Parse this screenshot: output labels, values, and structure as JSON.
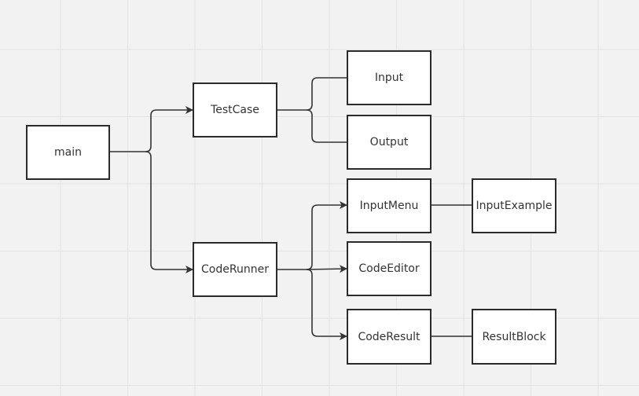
{
  "nodes": {
    "main": "main",
    "testcase": "TestCase",
    "coderunner": "CodeRunner",
    "input": "Input",
    "output": "Output",
    "inputmenu": "InputMenu",
    "codeeditor": "CodeEditor",
    "coderesult": "CodeResult",
    "inputexample": "InputExample",
    "resultblock": "ResultBlock"
  },
  "edges": [
    {
      "from": "main",
      "to": "TestCase",
      "arrow": true
    },
    {
      "from": "main",
      "to": "CodeRunner",
      "arrow": true
    },
    {
      "from": "TestCase",
      "to": "Input",
      "arrow": false
    },
    {
      "from": "TestCase",
      "to": "Output",
      "arrow": false
    },
    {
      "from": "CodeRunner",
      "to": "InputMenu",
      "arrow": true
    },
    {
      "from": "CodeRunner",
      "to": "CodeEditor",
      "arrow": true
    },
    {
      "from": "CodeRunner",
      "to": "CodeResult",
      "arrow": true
    },
    {
      "from": "InputMenu",
      "to": "InputExample",
      "arrow": false
    },
    {
      "from": "CodeResult",
      "to": "ResultBlock",
      "arrow": false
    }
  ],
  "colors": {
    "background": "#f2f2f2",
    "grid": "#e3e3e3",
    "node_border": "#2b2b2b",
    "connector": "#333333",
    "text": "#333333"
  }
}
